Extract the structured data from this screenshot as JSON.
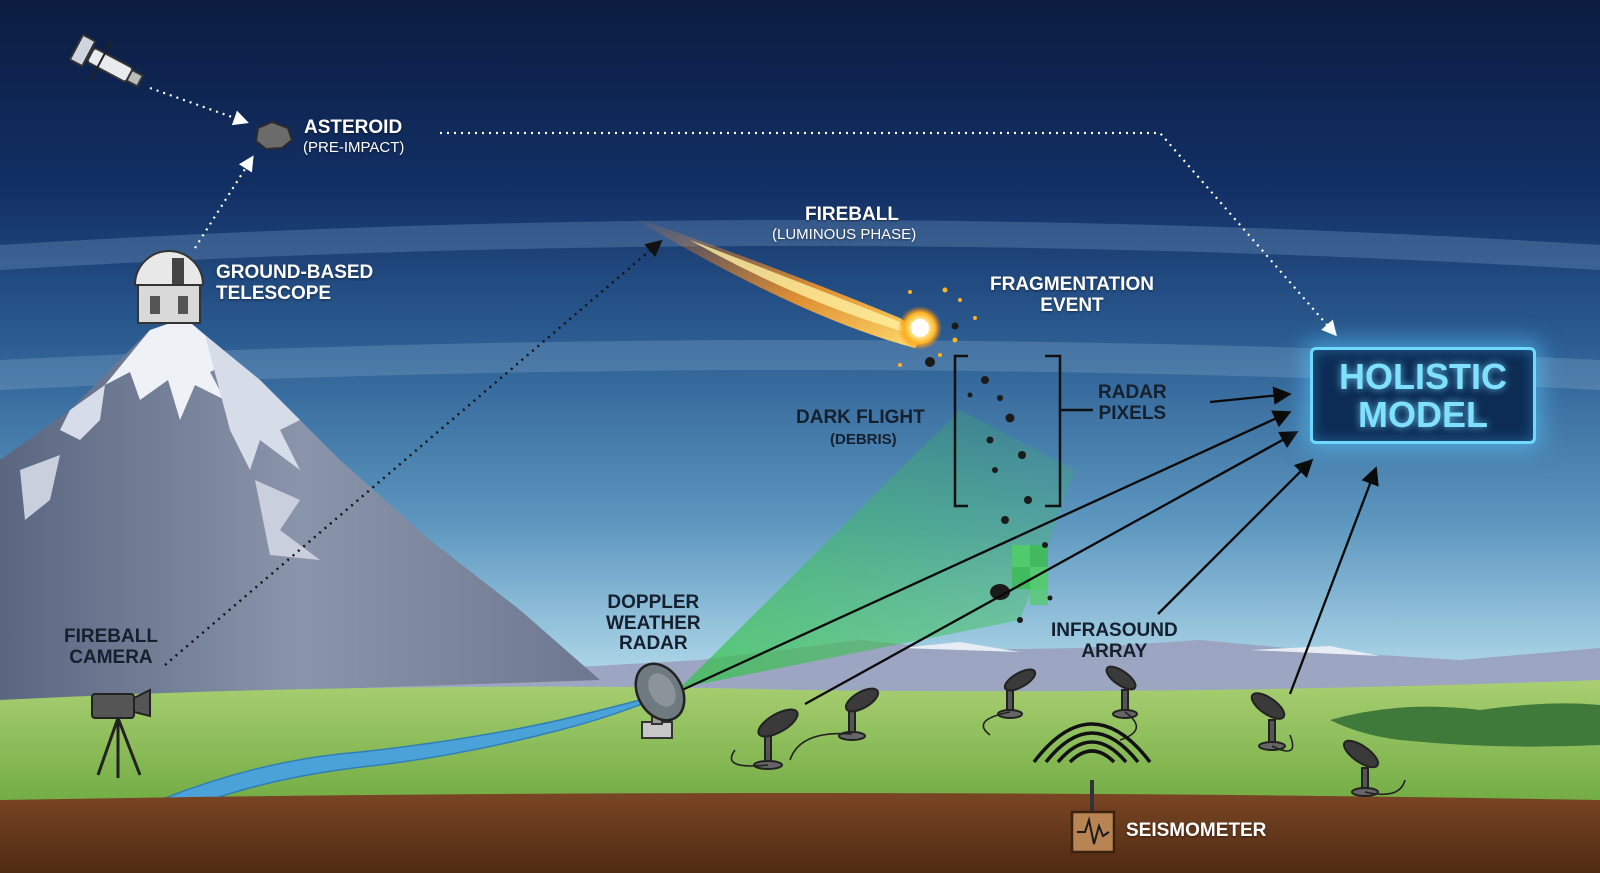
{
  "labels": {
    "asteroid": "ASTEROID",
    "asteroid_sub": "(PRE-IMPACT)",
    "telescope": "GROUND-BASED\nTELESCOPE",
    "fireball": "FIREBALL",
    "fireball_sub": "(LUMINOUS PHASE)",
    "fragmentation": "FRAGMENTATION\nEVENT",
    "dark_flight": "DARK FLIGHT",
    "dark_flight_sub": "(DEBRIS)",
    "radar_pixels": "RADAR\nPIXELS",
    "holistic_model": "HOLISTIC\nMODEL",
    "doppler_radar": "DOPPLER\nWEATHER\nRADAR",
    "fireball_camera": "FIREBALL\nCAMERA",
    "infrasound_array": "INFRASOUND\nARRAY",
    "seismometer": "SEISMOMETER"
  },
  "colors": {
    "sky_top": "#0c1f44",
    "sky_horizon": "#bfe0ee",
    "ground": "#6f3f1f",
    "grass": "#8fc159",
    "radar_beam": "#35c24a",
    "model_glow": "#6fd8ff",
    "fireball": "#ffb21f"
  }
}
